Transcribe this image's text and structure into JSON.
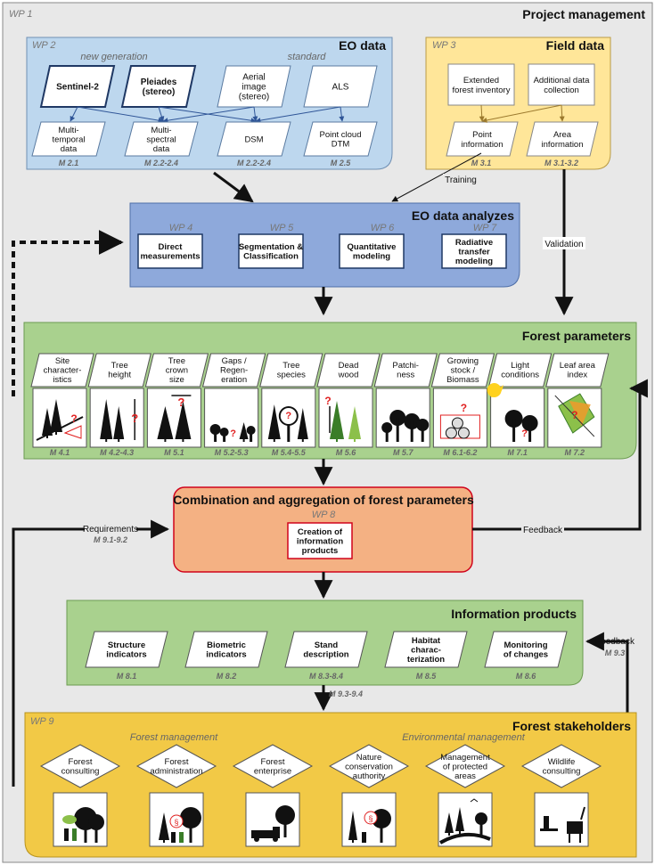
{
  "project": {
    "wp": "WP 1",
    "title": "Project management"
  },
  "eo": {
    "wp": "WP 2",
    "title": "EO data",
    "subtitle_new": "new generation",
    "subtitle_std": "standard",
    "inputs": [
      {
        "lines": [
          "Sentinel-2"
        ],
        "bold": true
      },
      {
        "lines": [
          "Pleiades",
          "(stereo)"
        ],
        "bold": true
      },
      {
        "lines": [
          "Aerial",
          "image",
          "(stereo)"
        ],
        "bold": false
      },
      {
        "lines": [
          "ALS"
        ],
        "bold": false
      }
    ],
    "outputs": [
      {
        "lines": [
          "Multi-",
          "temporal",
          "data"
        ]
      },
      {
        "lines": [
          "Multi-",
          "spectral",
          "data"
        ]
      },
      {
        "lines": [
          "DSM"
        ]
      },
      {
        "lines": [
          "Point cloud",
          "DTM"
        ]
      }
    ],
    "milestones": [
      "M 2.1",
      "M 2.2-2.4",
      "M 2.2-2.4",
      "M 2.5"
    ]
  },
  "field": {
    "wp": "WP 3",
    "title": "Field data",
    "inputs": [
      {
        "lines": [
          "Extended",
          "forest inventory"
        ]
      },
      {
        "lines": [
          "Additional data",
          "collection"
        ]
      }
    ],
    "outputs": [
      {
        "lines": [
          "Point",
          "information"
        ]
      },
      {
        "lines": [
          "Area",
          "information"
        ]
      }
    ],
    "milestones": [
      "M 3.1",
      "M 3.1-3.2"
    ]
  },
  "analyzes": {
    "title": "EO data analyzes",
    "methods": [
      {
        "wp": "WP 4",
        "lines": [
          "Direct",
          "measurements"
        ]
      },
      {
        "wp": "WP 5",
        "lines": [
          "Segmentation &",
          "Classification"
        ]
      },
      {
        "wp": "WP 6",
        "lines": [
          "Quantitative",
          "modeling"
        ]
      },
      {
        "wp": "WP 7",
        "lines": [
          "Radiative",
          "transfer",
          "modeling"
        ]
      }
    ]
  },
  "labels": {
    "training": "Training",
    "validation": "Validation",
    "requirements": "Requirements",
    "requirements_m": "M 9.1-9.2",
    "feedback": "Feedback",
    "feedback2": "Feedback",
    "feedback2_m": "M 9.3",
    "arrow_m": "M 9.3-9.4"
  },
  "forest_params": {
    "title": "Forest parameters",
    "items": [
      {
        "lines": [
          "Site",
          "character-",
          "istics"
        ],
        "m": "M 4.1",
        "icon": "slope-trees-icon"
      },
      {
        "lines": [
          "Tree",
          "height"
        ],
        "m": "M 4.2-4.3",
        "icon": "tree-height-icon"
      },
      {
        "lines": [
          "Tree",
          "crown",
          "size"
        ],
        "m": "M 5.1",
        "icon": "crown-size-icon"
      },
      {
        "lines": [
          "Gaps /",
          "Regen-",
          "eration"
        ],
        "m": "M 5.2-5.3",
        "icon": "gap-icon"
      },
      {
        "lines": [
          "Tree",
          "species"
        ],
        "m": "M 5.4-5.5",
        "icon": "tree-species-icon"
      },
      {
        "lines": [
          "Dead",
          "wood"
        ],
        "m": "M 5.6",
        "icon": "dead-wood-icon"
      },
      {
        "lines": [
          "Patchi-",
          "ness"
        ],
        "m": "M 5.7",
        "icon": "patchiness-icon"
      },
      {
        "lines": [
          "Growing",
          "stock /",
          "Biomass"
        ],
        "m": "M 6.1-6.2",
        "icon": "biomass-logs-icon"
      },
      {
        "lines": [
          "Light",
          "conditions"
        ],
        "m": "M 7.1",
        "icon": "sun-icon"
      },
      {
        "lines": [
          "Leaf area",
          "index"
        ],
        "m": "M 7.2",
        "icon": "leaf-icon"
      }
    ]
  },
  "combination": {
    "title": "Combination and aggregation of forest parameters",
    "wp": "WP 8",
    "box_lines": [
      "Creation of",
      "information",
      "products"
    ]
  },
  "info_products": {
    "title": "Information products",
    "items": [
      {
        "lines": [
          "Structure",
          "indicators"
        ],
        "m": "M 8.1"
      },
      {
        "lines": [
          "Biometric",
          "indicators"
        ],
        "m": "M 8.2"
      },
      {
        "lines": [
          "Stand",
          "description"
        ],
        "m": "M 8.3-8.4"
      },
      {
        "lines": [
          "Habitat",
          "charac-",
          "terization"
        ],
        "m": "M 8.5"
      },
      {
        "lines": [
          "Monitoring",
          "of changes"
        ],
        "m": "M 8.6"
      }
    ]
  },
  "stakeholders": {
    "wp": "WP 9",
    "title": "Forest stakeholders",
    "group1": "Forest management",
    "group2": "Environmental management",
    "items": [
      {
        "lines": [
          "Forest",
          "consulting"
        ],
        "icon": "consulting-icon"
      },
      {
        "lines": [
          "Forest",
          "administration"
        ],
        "icon": "administration-icon"
      },
      {
        "lines": [
          "Forest",
          "enterprise"
        ],
        "icon": "truck-icon"
      },
      {
        "lines": [
          "Nature",
          "conservation",
          "authority"
        ],
        "icon": "conservation-icon"
      },
      {
        "lines": [
          "Management",
          "of protected",
          "areas"
        ],
        "icon": "protected-area-icon"
      },
      {
        "lines": [
          "Wildlife",
          "consulting"
        ],
        "icon": "deer-icon"
      }
    ]
  }
}
